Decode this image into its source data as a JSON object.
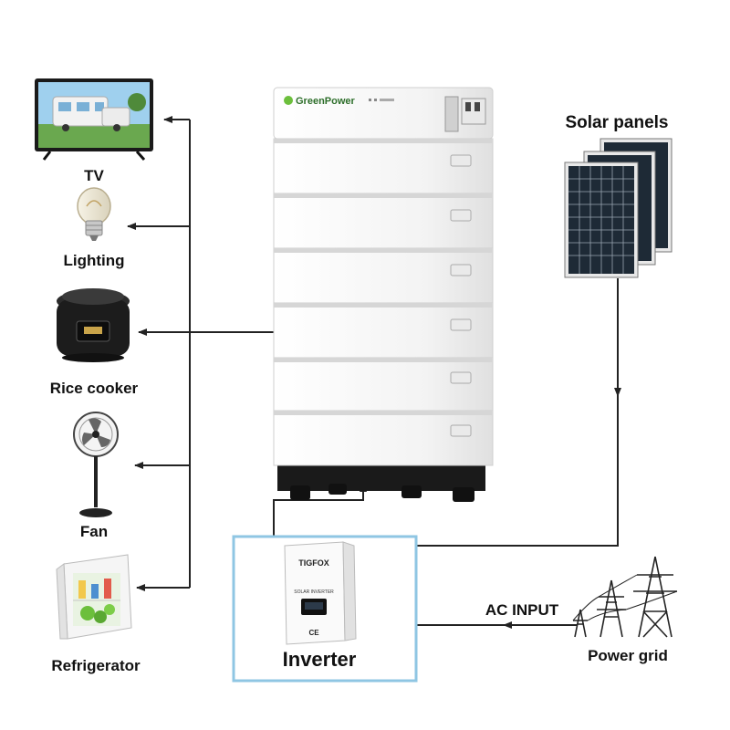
{
  "battery": {
    "brand": "GreenPower",
    "module_count": 6
  },
  "appliances": {
    "tv": "TV",
    "lighting": "Lighting",
    "rice_cooker": "Rice cooker",
    "fan": "Fan",
    "refrigerator": "Refrigerator"
  },
  "solar": {
    "label": "Solar panels"
  },
  "inverter": {
    "label": "Inverter",
    "device_brand": "TIGFOX",
    "device_text": "SOLAR INVERTER",
    "ce_mark": "CE"
  },
  "grid": {
    "label": "Power grid",
    "ac_input": "AC INPUT"
  },
  "colors": {
    "line": "#222222",
    "inverter_box": "#8fc6e3",
    "battery_body": "#f4f4f4",
    "solar_cell": "#1e2a36"
  }
}
